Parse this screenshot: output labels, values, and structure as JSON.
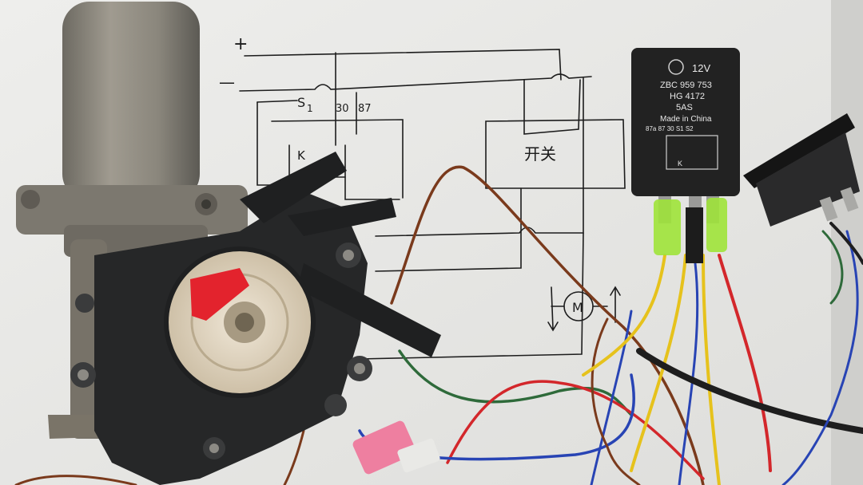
{
  "schematic": {
    "plus_label": "+",
    "minus_label": "—",
    "pin_s1": "S",
    "pin_1": "1",
    "pin_30": "30",
    "pin_87": "87",
    "relay_k": "K",
    "switch_label": "开关",
    "motor_label": "M"
  },
  "relay": {
    "voltage": "12V",
    "part_line1": "ZBC 959 753",
    "part_line2": "HG 4172",
    "amperage": "5AS",
    "origin": "Made in China",
    "pin_labels": "87a 87 30 S1 S2",
    "inner_k": "K"
  },
  "colors": {
    "paper": "#ecebe8",
    "ink": "#1d1d1d",
    "motor_metal": "#8e8a80",
    "motor_housing": "#262728",
    "relay_body": "#222222",
    "wire_yellow": "#e6c21c",
    "wire_red": "#d3272b",
    "wire_blue": "#2844b4",
    "wire_green": "#2e6a3a",
    "wire_brown": "#7a3a1c",
    "connector_green": "#9fe33a",
    "fuse_pink": "#ee7fa0"
  }
}
